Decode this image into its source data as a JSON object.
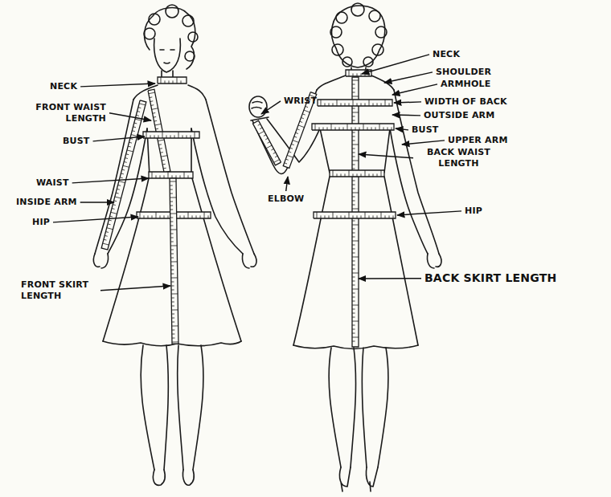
{
  "diagram": {
    "labels": [
      "NECK",
      "FRONT WAIST LENGTH",
      "BUST",
      "WAIST",
      "INSIDE ARM",
      "HIP",
      "FRONT SKIRT LENGTH",
      "NECK",
      "SHOULDER",
      "ARMHOLE",
      "WRIST",
      "WIDTH OF BACK",
      "OUTSIDE ARM",
      "BUST",
      "UPPER ARM",
      "BACK WAIST LENGTH",
      "ELBOW",
      "HIP",
      "BACK SKIRT LENGTH"
    ]
  }
}
